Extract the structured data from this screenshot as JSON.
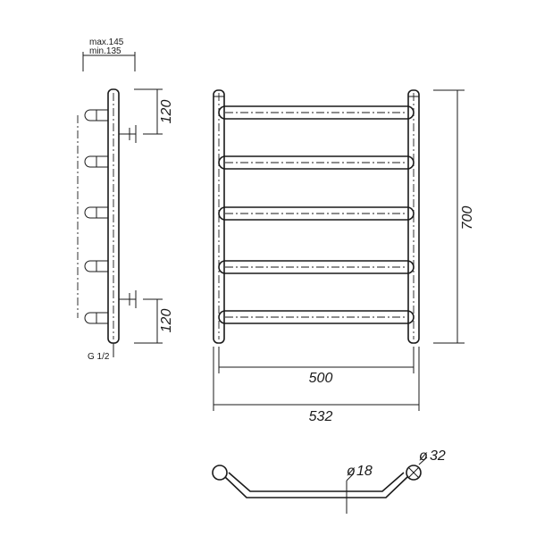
{
  "labels": {
    "depth_max": "max.145",
    "depth_min": "min.135",
    "top_offset": "120",
    "bottom_offset": "120",
    "thread": "G 1/2",
    "height": "700",
    "inner_width": "500",
    "outer_width": "532",
    "bar_diameter": "18",
    "post_diameter": "32"
  },
  "diameter_symbol": "ø"
}
